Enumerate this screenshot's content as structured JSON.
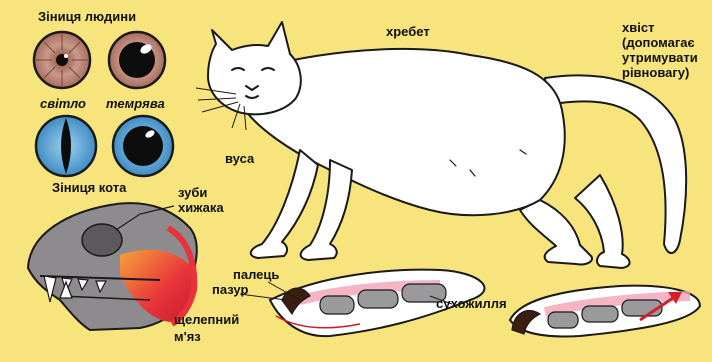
{
  "labels": {
    "human_pupil": "Зіниця людини",
    "light": "світло",
    "darkness": "темрява",
    "cat_pupil": "Зіниця кота",
    "whiskers": "вуса",
    "spine": "хребет",
    "tail_lines": [
      "хвіст",
      "(допомагає",
      "утримувати",
      "рівновагу)"
    ],
    "fangs_lines": [
      "зуби",
      "хижака"
    ],
    "jaw_muscle_lines": [
      "щелепний",
      "м'яз"
    ],
    "toe": "палець",
    "claw": "пазур",
    "tendon": "сухожилля"
  },
  "colors": {
    "background": "#f7e47c",
    "cat_body": "#ffffff",
    "outline": "#1a1a1a",
    "iris_human": "#b9887a",
    "iris_cat": "#6fb3dc",
    "skull": "#8c8a8c",
    "muscle": "#e8333a",
    "tendon_pink": "#f2a3b6",
    "bone": "#9a9a9c"
  }
}
